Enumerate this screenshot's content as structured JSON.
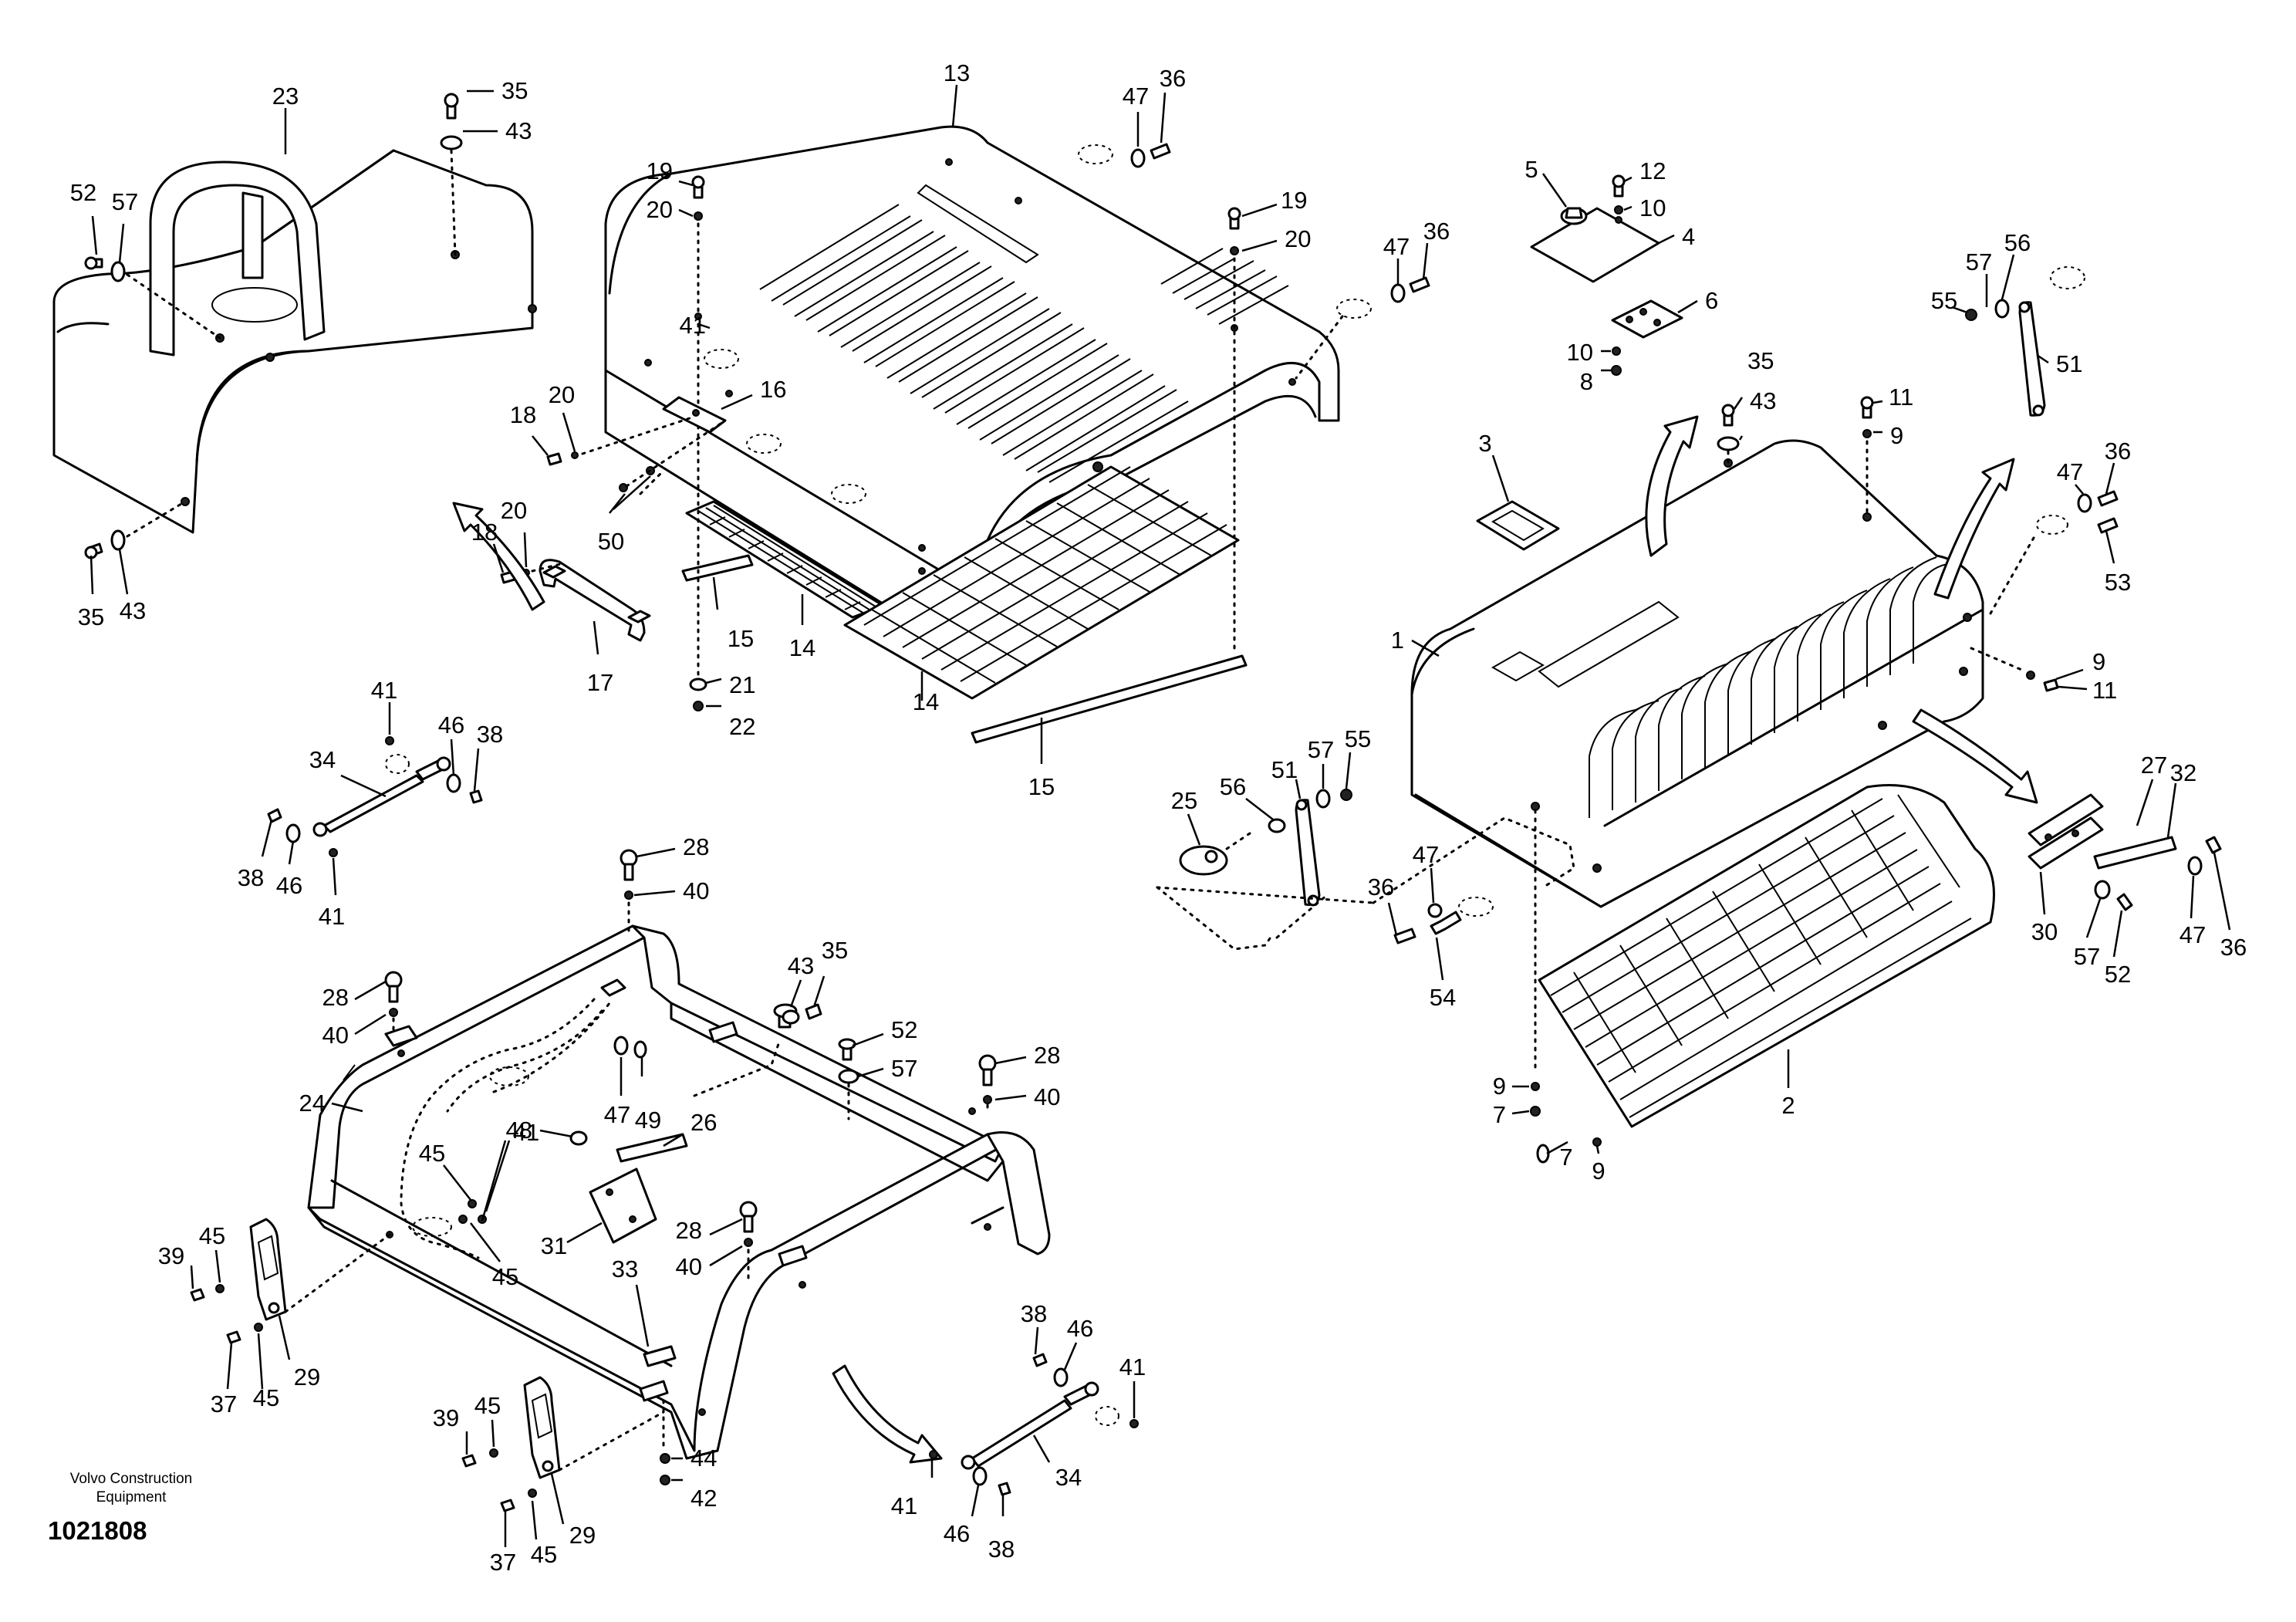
{
  "footer": {
    "company_line1": "Volvo Construction",
    "company_line2": "Equipment",
    "document_number": "1021808"
  },
  "callouts": [
    {
      "label": "23"
    },
    {
      "label": "35"
    },
    {
      "label": "43"
    },
    {
      "label": "52"
    },
    {
      "label": "57"
    },
    {
      "label": "35"
    },
    {
      "label": "43"
    },
    {
      "label": "13"
    },
    {
      "label": "47"
    },
    {
      "label": "36"
    },
    {
      "label": "19"
    },
    {
      "label": "20"
    },
    {
      "label": "19"
    },
    {
      "label": "20"
    },
    {
      "label": "47"
    },
    {
      "label": "36"
    },
    {
      "label": "41"
    },
    {
      "label": "16"
    },
    {
      "label": "18"
    },
    {
      "label": "20"
    },
    {
      "label": "18"
    },
    {
      "label": "20"
    },
    {
      "label": "50"
    },
    {
      "label": "17"
    },
    {
      "label": "15"
    },
    {
      "label": "14"
    },
    {
      "label": "14"
    },
    {
      "label": "21"
    },
    {
      "label": "22"
    },
    {
      "label": "15"
    },
    {
      "label": "5"
    },
    {
      "label": "12"
    },
    {
      "label": "10"
    },
    {
      "label": "4"
    },
    {
      "label": "6"
    },
    {
      "label": "10"
    },
    {
      "label": "8"
    },
    {
      "label": "35"
    },
    {
      "label": "43"
    },
    {
      "label": "11"
    },
    {
      "label": "9"
    },
    {
      "label": "3"
    },
    {
      "label": "56"
    },
    {
      "label": "57"
    },
    {
      "label": "55"
    },
    {
      "label": "51"
    },
    {
      "label": "47"
    },
    {
      "label": "36"
    },
    {
      "label": "53"
    },
    {
      "label": "1"
    },
    {
      "label": "9"
    },
    {
      "label": "11"
    },
    {
      "label": "27"
    },
    {
      "label": "32"
    },
    {
      "label": "30"
    },
    {
      "label": "57"
    },
    {
      "label": "52"
    },
    {
      "label": "47"
    },
    {
      "label": "36"
    },
    {
      "label": "25"
    },
    {
      "label": "56"
    },
    {
      "label": "51"
    },
    {
      "label": "57"
    },
    {
      "label": "55"
    },
    {
      "label": "47"
    },
    {
      "label": "36"
    },
    {
      "label": "54"
    },
    {
      "label": "9"
    },
    {
      "label": "7"
    },
    {
      "label": "2"
    },
    {
      "label": "7"
    },
    {
      "label": "9"
    },
    {
      "label": "41"
    },
    {
      "label": "46"
    },
    {
      "label": "38"
    },
    {
      "label": "34"
    },
    {
      "label": "38"
    },
    {
      "label": "46"
    },
    {
      "label": "41"
    },
    {
      "label": "28"
    },
    {
      "label": "40"
    },
    {
      "label": "28"
    },
    {
      "label": "40"
    },
    {
      "label": "43"
    },
    {
      "label": "35"
    },
    {
      "label": "52"
    },
    {
      "label": "57"
    },
    {
      "label": "28"
    },
    {
      "label": "40"
    },
    {
      "label": "24"
    },
    {
      "label": "47"
    },
    {
      "label": "49"
    },
    {
      "label": "48"
    },
    {
      "label": "26"
    },
    {
      "label": "45"
    },
    {
      "label": "41"
    },
    {
      "label": "45"
    },
    {
      "label": "31"
    },
    {
      "label": "28"
    },
    {
      "label": "40"
    },
    {
      "label": "39"
    },
    {
      "label": "45"
    },
    {
      "label": "29"
    },
    {
      "label": "37"
    },
    {
      "label": "45"
    },
    {
      "label": "33"
    },
    {
      "label": "38"
    },
    {
      "label": "46"
    },
    {
      "label": "41"
    },
    {
      "label": "39"
    },
    {
      "label": "45"
    },
    {
      "label": "34"
    },
    {
      "label": "44"
    },
    {
      "label": "42"
    },
    {
      "label": "37"
    },
    {
      "label": "45"
    },
    {
      "label": "29"
    },
    {
      "label": "41"
    },
    {
      "label": "46"
    },
    {
      "label": "38"
    }
  ]
}
